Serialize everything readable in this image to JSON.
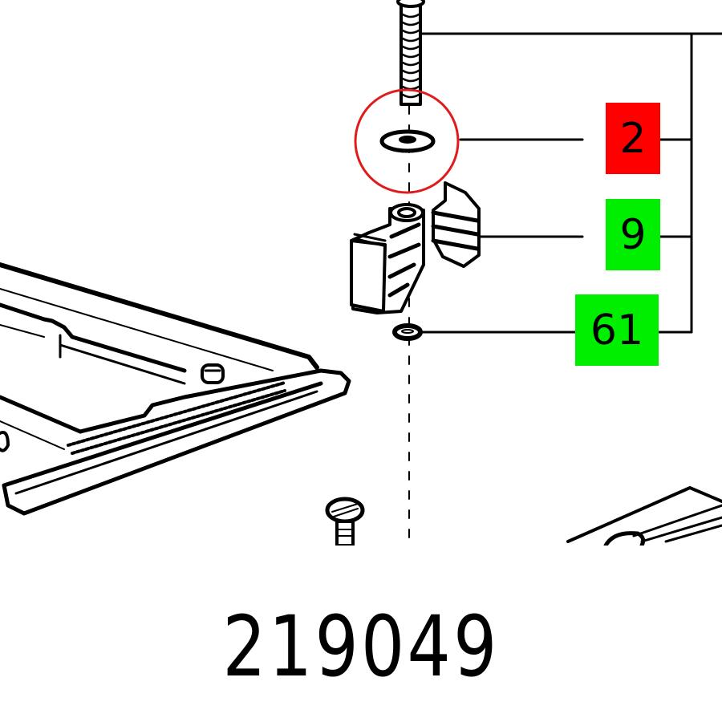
{
  "diagram": {
    "title": "Exploded parts diagram",
    "highlight_color": "#e01b1b",
    "callouts": [
      {
        "label": "2",
        "part": "washer",
        "color": "#ff0000",
        "highlighted": true
      },
      {
        "label": "9",
        "part": "clamp bracket",
        "color": "#00ee00",
        "highlighted": false
      },
      {
        "label": "61",
        "part": "o-ring",
        "color": "#00ee00",
        "highlighted": false
      }
    ],
    "parts": [
      "screw",
      "washer",
      "clamp bracket",
      "o-ring",
      "base plate",
      "screw (lower)",
      "guide rail (partial)"
    ]
  },
  "part_number": "219049"
}
